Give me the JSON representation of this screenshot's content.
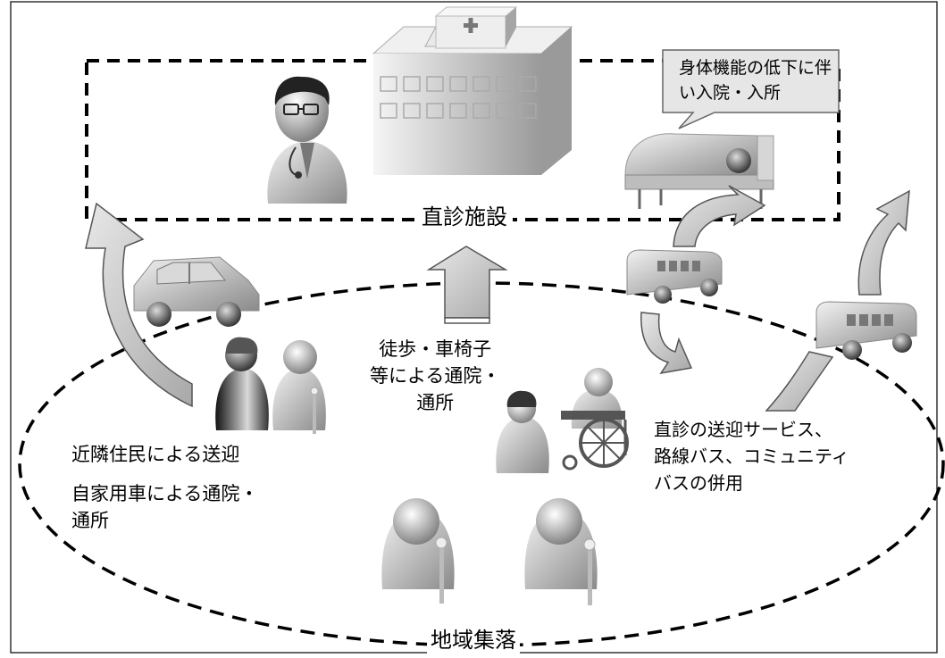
{
  "facility": {
    "label": "直診施設"
  },
  "hospitalization_bubble": {
    "lines": [
      "身体機能の低下に伴",
      "い入院・入所"
    ]
  },
  "walk": {
    "lines": [
      "徒歩・車椅子",
      "等による通院・",
      "通所"
    ]
  },
  "neighbor": {
    "label": "近隣住民による送迎"
  },
  "private_car": {
    "lines": [
      "自家用車による通院・",
      "通所"
    ]
  },
  "bus": {
    "lines": [
      "直診の送迎サービス、",
      "路線バス、コミュニティ",
      "バスの併用"
    ]
  },
  "community": {
    "label": "地域集落"
  },
  "colors": {
    "border": "#333333",
    "dash": "#000000",
    "arrow_fill": "#c8c8c8",
    "bubble_fill": "#e6e6e6"
  }
}
